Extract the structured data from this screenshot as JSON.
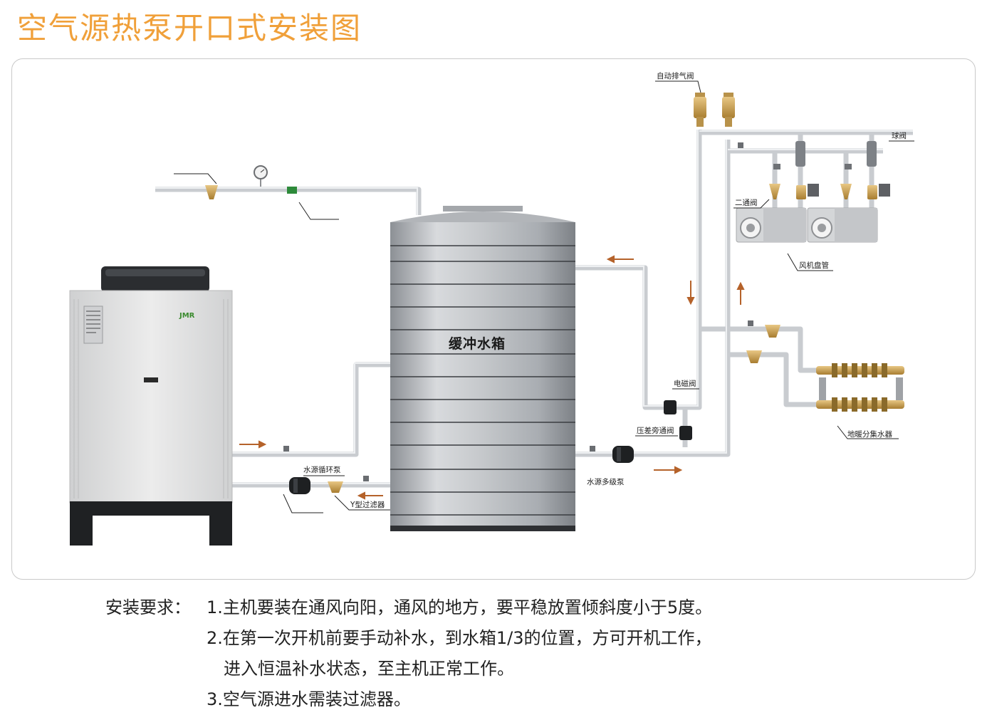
{
  "title": "空气源热泵开口式安装图",
  "tank": {
    "label": "缓冲水箱"
  },
  "unit": {
    "brand": "JMR"
  },
  "labels": {
    "auto_vent_valve": "自动排气阀",
    "ball_valve": "球阀",
    "two_way_valve": "二通阀",
    "fan_coil": "风机盘管",
    "solenoid_valve": "电磁阀",
    "bypass_valve": "压差旁通阀",
    "multistage_pump": "水源多级泵",
    "floor_manifold": "地暖分集水器",
    "circulation_pump": "水源循环泵",
    "y_filter": "Y型过滤器"
  },
  "requirements": {
    "heading": "安装要求：",
    "items": [
      "1.主机要装在通风向阳，通风的地方，要平稳放置倾斜度小于5度。",
      "2.在第一次开机前要手动补水，到水箱1/3的位置，方可开机工作，",
      "进入恒温补水状态，至主机正常工作。",
      "3.空气源进水需装过滤器。"
    ]
  },
  "colors": {
    "title": "#f0a03a",
    "pipe": "#c9ccd0",
    "flow_arrow": "#b5622a",
    "brass": "#c8a050",
    "tank": "#b9bcc0",
    "unit_body": "#e2e2e2"
  }
}
